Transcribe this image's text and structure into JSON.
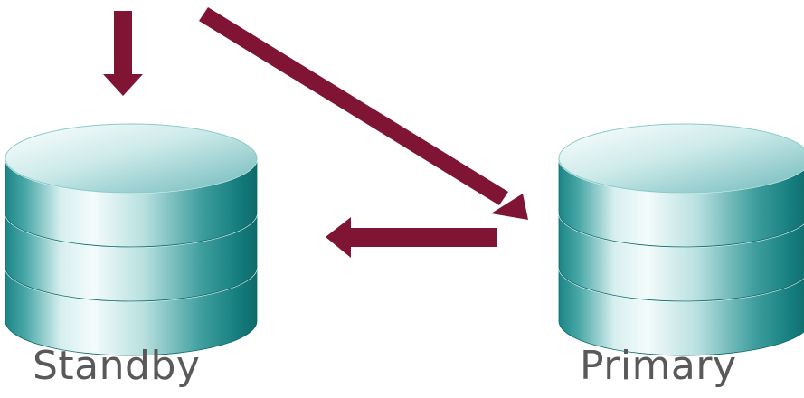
{
  "diagram": {
    "nodes": [
      {
        "id": "standby",
        "label": "Standby",
        "icon": "database-stack-icon"
      },
      {
        "id": "primary",
        "label": "Primary",
        "icon": "database-stack-icon"
      }
    ],
    "edges": [
      {
        "from": "client",
        "to": "standby"
      },
      {
        "from": "client",
        "to": "primary"
      },
      {
        "from": "primary",
        "to": "standby"
      }
    ]
  },
  "colors": {
    "arrow": "#7f1434",
    "cylinder_top": "#a9dcdc",
    "cylinder_body": "#1f8a8a",
    "cylinder_highlight": "#e7f6f6",
    "label": "#595959"
  }
}
